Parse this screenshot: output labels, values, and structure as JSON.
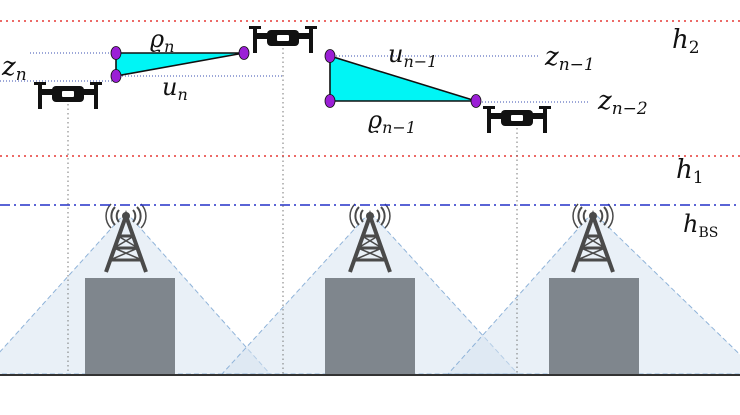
{
  "levels": {
    "h2": {
      "base": "h",
      "sub": "2"
    },
    "h1": {
      "base": "h",
      "sub": "1"
    },
    "hbs": {
      "base": "h",
      "sub": "BS"
    }
  },
  "uav_labels": {
    "z_n": {
      "base": "z",
      "sub": "n"
    },
    "rho_n": {
      "base": "ϱ",
      "sub": "n"
    },
    "u_n": {
      "base": "u",
      "sub": "n"
    },
    "u_n1": {
      "base": "u",
      "sub": "n−1"
    },
    "z_n1": {
      "base": "z",
      "sub": "n−1"
    },
    "rho_n1": {
      "base": "ϱ",
      "sub": "n−1"
    },
    "z_n2": {
      "base": "z",
      "sub": "n−2"
    }
  },
  "colors": {
    "h2_line": "#e53935",
    "h1_line": "#e53935",
    "hbs_line": "#2430c8",
    "triangle_fill": "#00f5f5",
    "vertex": "#9b1fd6",
    "building": "#7f868d",
    "coverage_fill": "#d7e3f1",
    "coverage_edge": "#8fb3d9",
    "tower": "#4a4a4a",
    "drone": "#111111",
    "ground": "#333333"
  },
  "icons": {
    "uav": "quadcopter-drone-icon",
    "base_station": "radio-tower-icon",
    "building": "building-block"
  }
}
